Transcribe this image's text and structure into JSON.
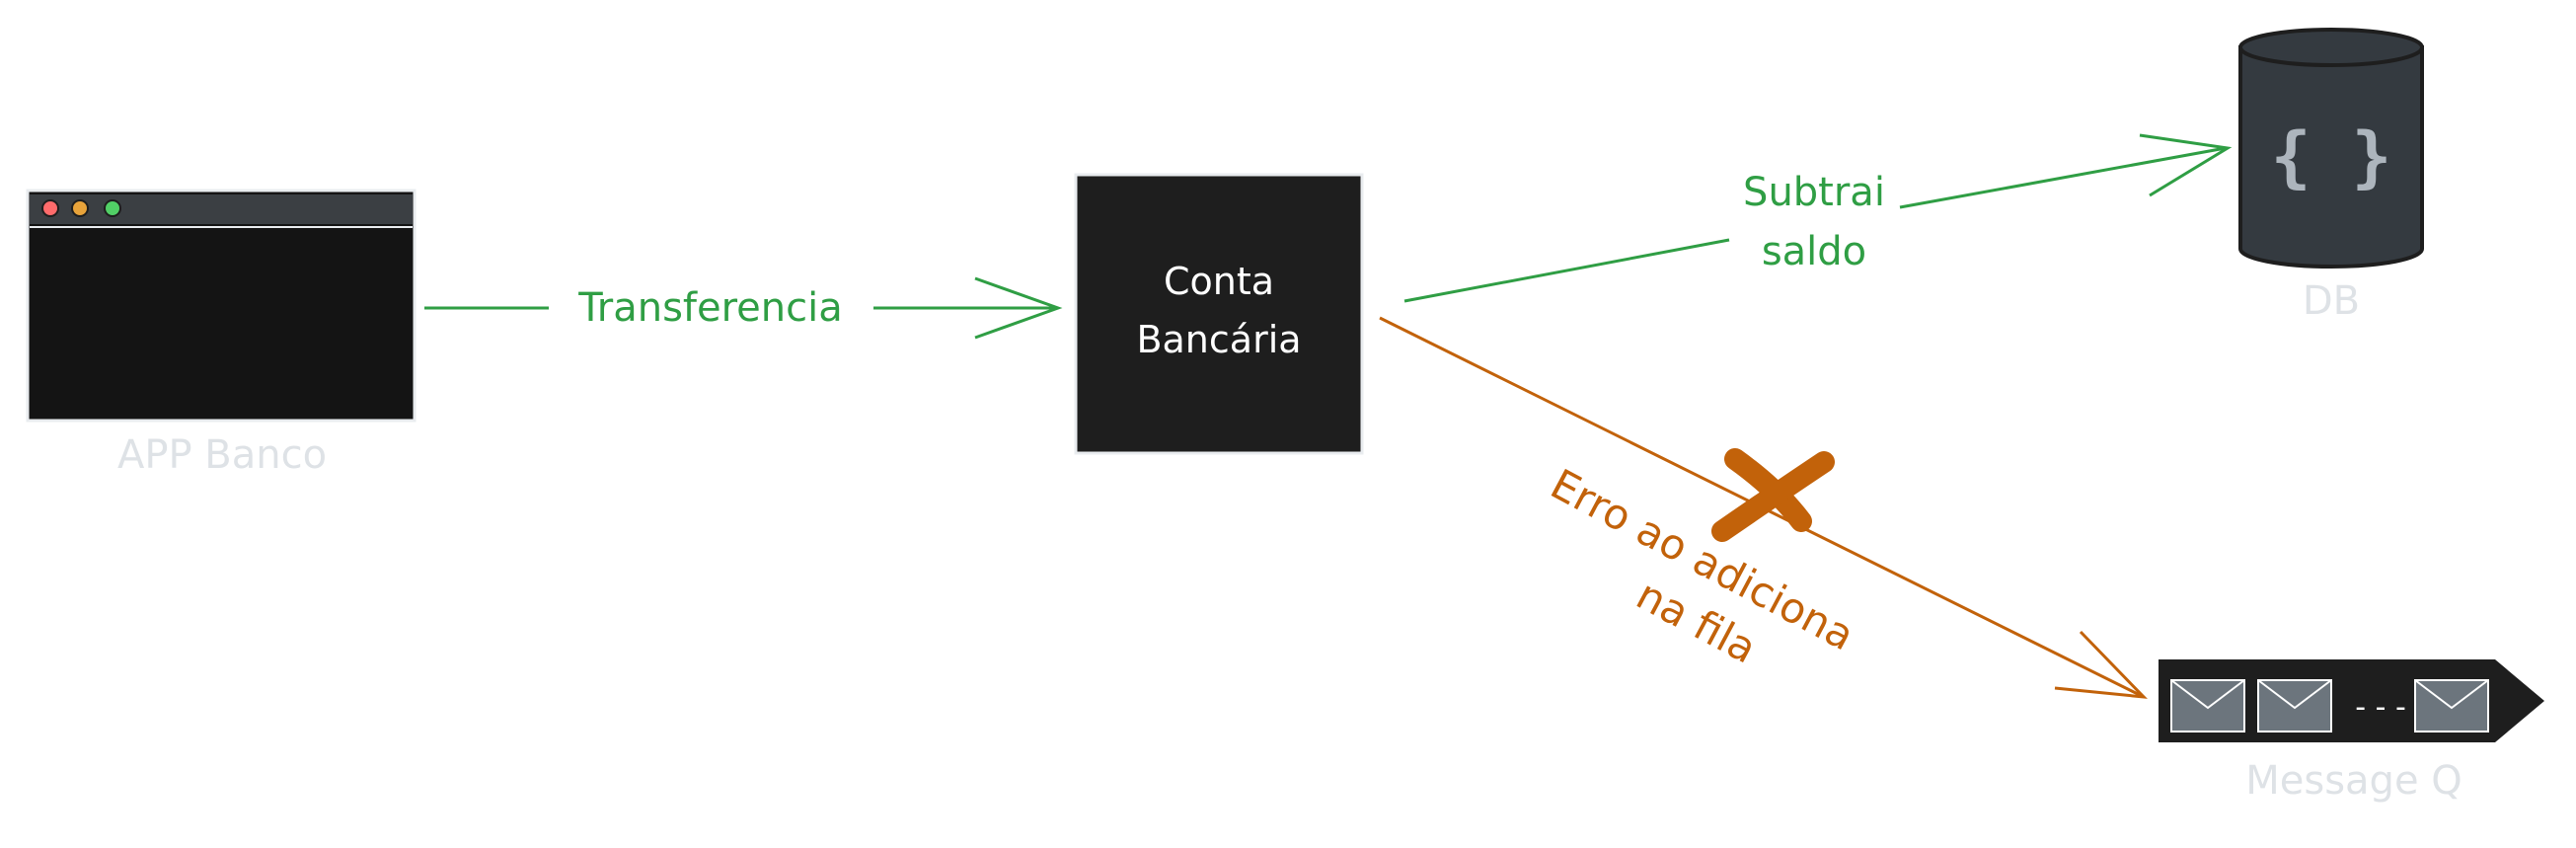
{
  "nodes": {
    "app": {
      "caption": "APP Banco"
    },
    "conta": {
      "line1": "Conta",
      "line2": "Bancária"
    },
    "db": {
      "caption": "DB",
      "icon": "{ }"
    },
    "queue": {
      "caption": "Message Q",
      "ellipsis": "- - -"
    }
  },
  "edges": {
    "transfer": {
      "label": "Transferencia",
      "color": "#2f9e44"
    },
    "subtract": {
      "line1": "Subtrai",
      "line2": "saldo",
      "color": "#2f9e44"
    },
    "error": {
      "line1": "Erro ao adiciona",
      "line2": "na fila",
      "color": "#c2620a"
    }
  },
  "colors": {
    "node_fill": "#1e1e1e",
    "window_fill": "#141414",
    "db_fill": "#343a40",
    "caption": "#dee2e6",
    "green": "#2f9e44",
    "orange": "#c2620a"
  },
  "icons": {
    "app": "browser-window-icon",
    "db": "database-cylinder-icon",
    "queue": "message-queue-icon",
    "error": "x-mark-icon"
  }
}
